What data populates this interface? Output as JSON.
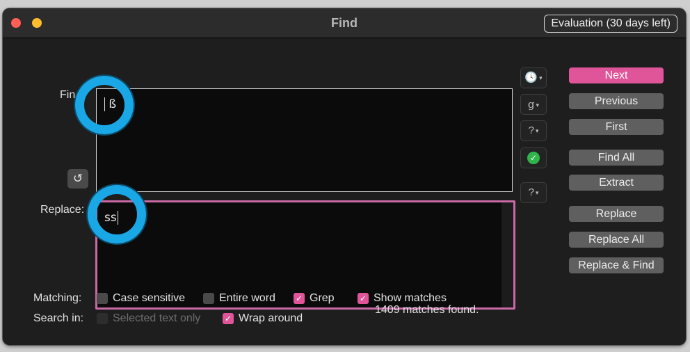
{
  "window": {
    "title": "Find",
    "badge": "Evaluation (30 days left)"
  },
  "find": {
    "label": "Find:",
    "value": "ß"
  },
  "replace": {
    "label": "Replace:",
    "value": "ss"
  },
  "icons": {
    "swap": "↺",
    "history": "🕓",
    "grep_pattern": "g",
    "help": "?",
    "valid_check": "✓",
    "dropdown": "▾",
    "checkmark": "✓"
  },
  "buttons": {
    "next": "Next",
    "previous": "Previous",
    "first": "First",
    "find_all": "Find All",
    "extract": "Extract",
    "replace": "Replace",
    "replace_all": "Replace All",
    "replace_and_find": "Replace & Find"
  },
  "options": {
    "matching_label": "Matching:",
    "search_in_label": "Search in:",
    "case_sensitive": {
      "label": "Case sensitive",
      "checked": false
    },
    "entire_word": {
      "label": "Entire word",
      "checked": false
    },
    "grep": {
      "label": "Grep",
      "checked": true
    },
    "show_matches": {
      "label": "Show matches",
      "checked": true
    },
    "selected_text_only": {
      "label": "Selected text only",
      "checked": false,
      "disabled": true
    },
    "wrap_around": {
      "label": "Wrap around",
      "checked": true
    }
  },
  "status": {
    "matches_found": "1409 matches found."
  },
  "colors": {
    "accent": "#e0559a",
    "annotation": "#1aa7e6",
    "valid": "#2fb54a"
  }
}
